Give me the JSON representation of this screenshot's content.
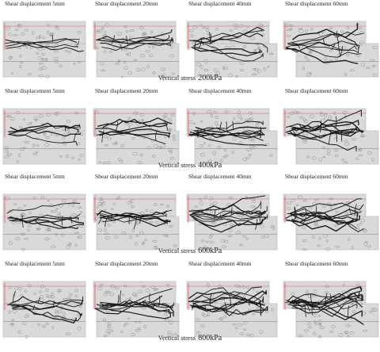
{
  "figure": {
    "rows": [
      {
        "stress_prefix": "Vertical stress",
        "stress_value": "200kPa",
        "panels": [
          {
            "label": "Shear displacement   5mm"
          },
          {
            "label": "Shear displacement   20mm"
          },
          {
            "label": "Shear displacement   40mm"
          },
          {
            "label": "Shear displacement   60mm"
          }
        ]
      },
      {
        "stress_prefix": "Vertical stress",
        "stress_value": "400kPa",
        "panels": [
          {
            "label": "Shear displacement   5mm"
          },
          {
            "label": "Shear displacement   20mm"
          },
          {
            "label": "Shear displacement   40mm"
          },
          {
            "label": "Shear displacement   60mm"
          }
        ]
      },
      {
        "stress_prefix": "Vertical stress",
        "stress_value": "600kPa",
        "panels": [
          {
            "label": "Shear displacement   5mm"
          },
          {
            "label": "Shear displacement   20mm"
          },
          {
            "label": "Shear displacement   40mm"
          },
          {
            "label": "Shear displacement   60mm"
          }
        ]
      },
      {
        "stress_prefix": "Vertical stress",
        "stress_value": "800kPa",
        "panels": [
          {
            "label": "Shear displacement   5mm"
          },
          {
            "label": "Shear displacement   20mm"
          },
          {
            "label": "Shear displacement   40mm"
          },
          {
            "label": "Shear displacement   60mm"
          }
        ]
      }
    ],
    "colors": {
      "specimen": "#d9d9d9",
      "specimen_border": "#b5b5b5",
      "particle": "#8a8a8a",
      "crack": "#1a1a1a",
      "shear_box": "#e8555a"
    }
  }
}
